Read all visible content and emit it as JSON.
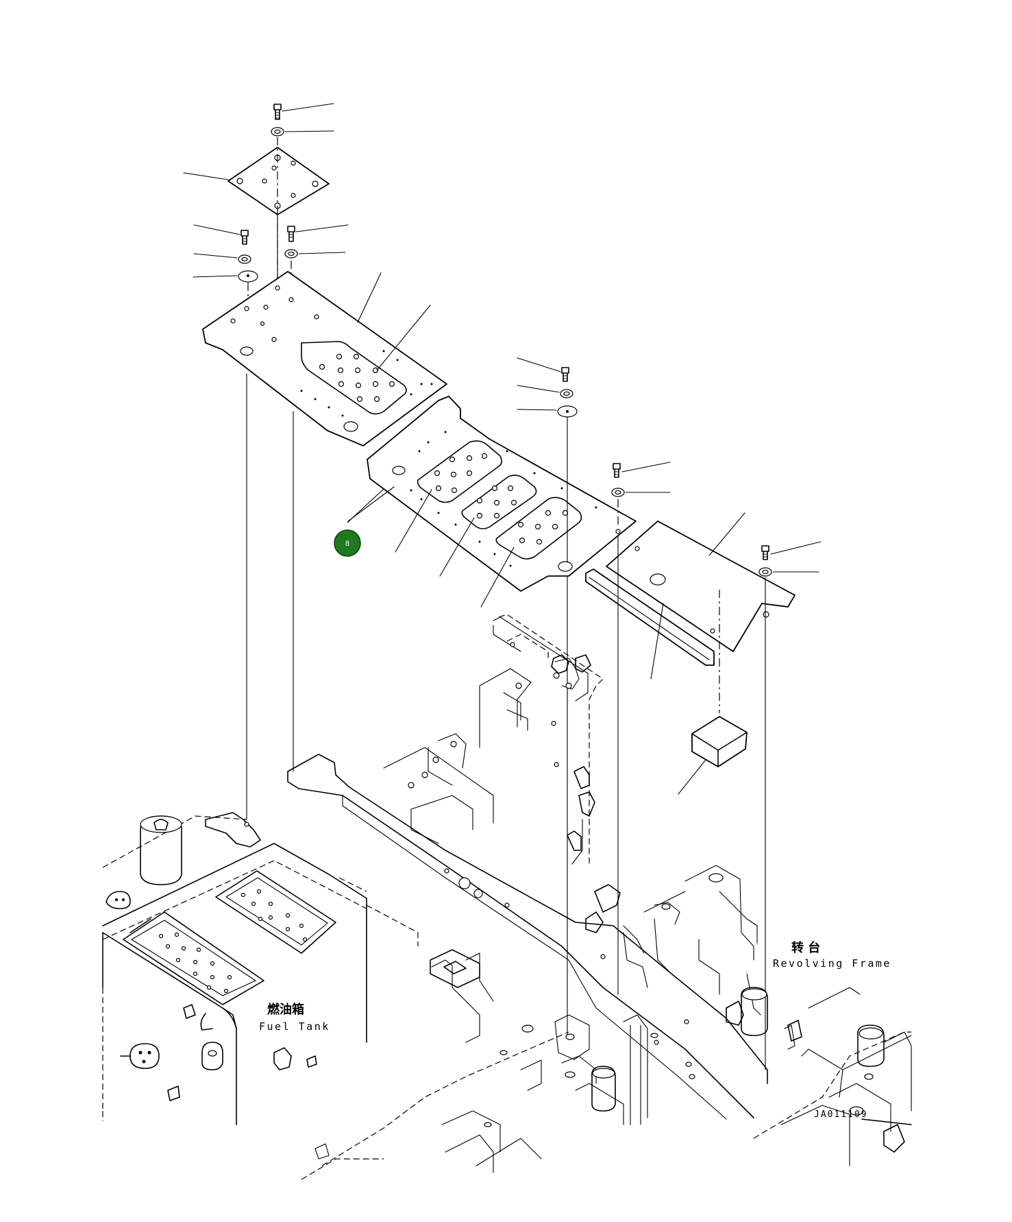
{
  "labels": {
    "fuel_tank_cn": "燃油箱",
    "fuel_tank_en": "Fuel Tank",
    "revolving_frame_cn": "转 台",
    "revolving_frame_en": "Revolving Frame"
  },
  "drawing_code": "JA011109",
  "callout": {
    "number": "8",
    "color": "#1f7a1f"
  }
}
